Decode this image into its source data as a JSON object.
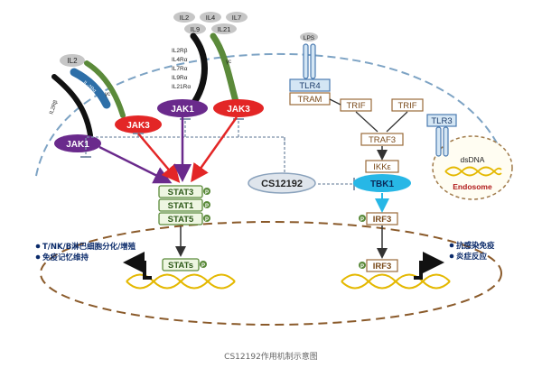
{
  "caption": "CS12192作用机制示意图",
  "cytokines": {
    "top_row": [
      "IL2",
      "IL4",
      "IL7"
    ],
    "second_row": [
      "IL9",
      "IL21"
    ],
    "left_il2": "IL2"
  },
  "receptor_labels": {
    "il2rb_left": "IL2Rβ",
    "il2ra": "IL-2Rα",
    "gamma_c_left": "γc",
    "alpha_list": [
      "IL2Rβ",
      "IL4Rα",
      "IL7Rα",
      "IL9Rα",
      "IL21Rα"
    ],
    "gamma_c_right": "γc"
  },
  "kinases": {
    "jak1_left": "JAK1",
    "jak3_left": "JAK3",
    "jak1_mid": "JAK1",
    "jak3_right": "JAK3"
  },
  "stats": [
    "STAT3",
    "STAT1",
    "STAT5"
  ],
  "stats_nuclear": "STATs",
  "phospho": "P",
  "inhibitor": "CS12192",
  "tlr_pathway": {
    "lps": "LPS",
    "tlr4": "TLR4",
    "tram": "TRAM",
    "trif_left": "TRIF",
    "trif_right": "TRIF",
    "tlr3": "TLR3",
    "traf3": "TRAF3",
    "ikke": "IKKε",
    "tbk1": "TBK1",
    "irf3": "IRF3",
    "irf3_nuclear": "IRF3",
    "dsdna": "dsDNA",
    "endosome": "Endosome"
  },
  "outcomes_left": [
    "T/NK/B淋巴细胞分化/增殖",
    "免疫记忆维持"
  ],
  "outcomes_right": [
    "抗感染免疫",
    "炎症反应"
  ],
  "colors": {
    "cytokine_grey": "#c6c6c6",
    "receptor_black": "#111111",
    "receptor_green": "#5b8a3a",
    "receptor_blue": "#2e6fa8",
    "jak1_purple": "#6a2a8c",
    "jak3_red": "#e32626",
    "stat_fill": "#eef6e2",
    "stat_border": "#5a8a3a",
    "box_border": "#9a6a3a",
    "box_text": "#7a4a1a",
    "tlr_fill": "#d4e6f4",
    "tlr_border": "#4a7ab0",
    "tbk1_fill": "#27b7e6",
    "membrane": "#7da3c4",
    "nucleus": "#8a5a2a",
    "dna_gold": "#e4b800"
  }
}
